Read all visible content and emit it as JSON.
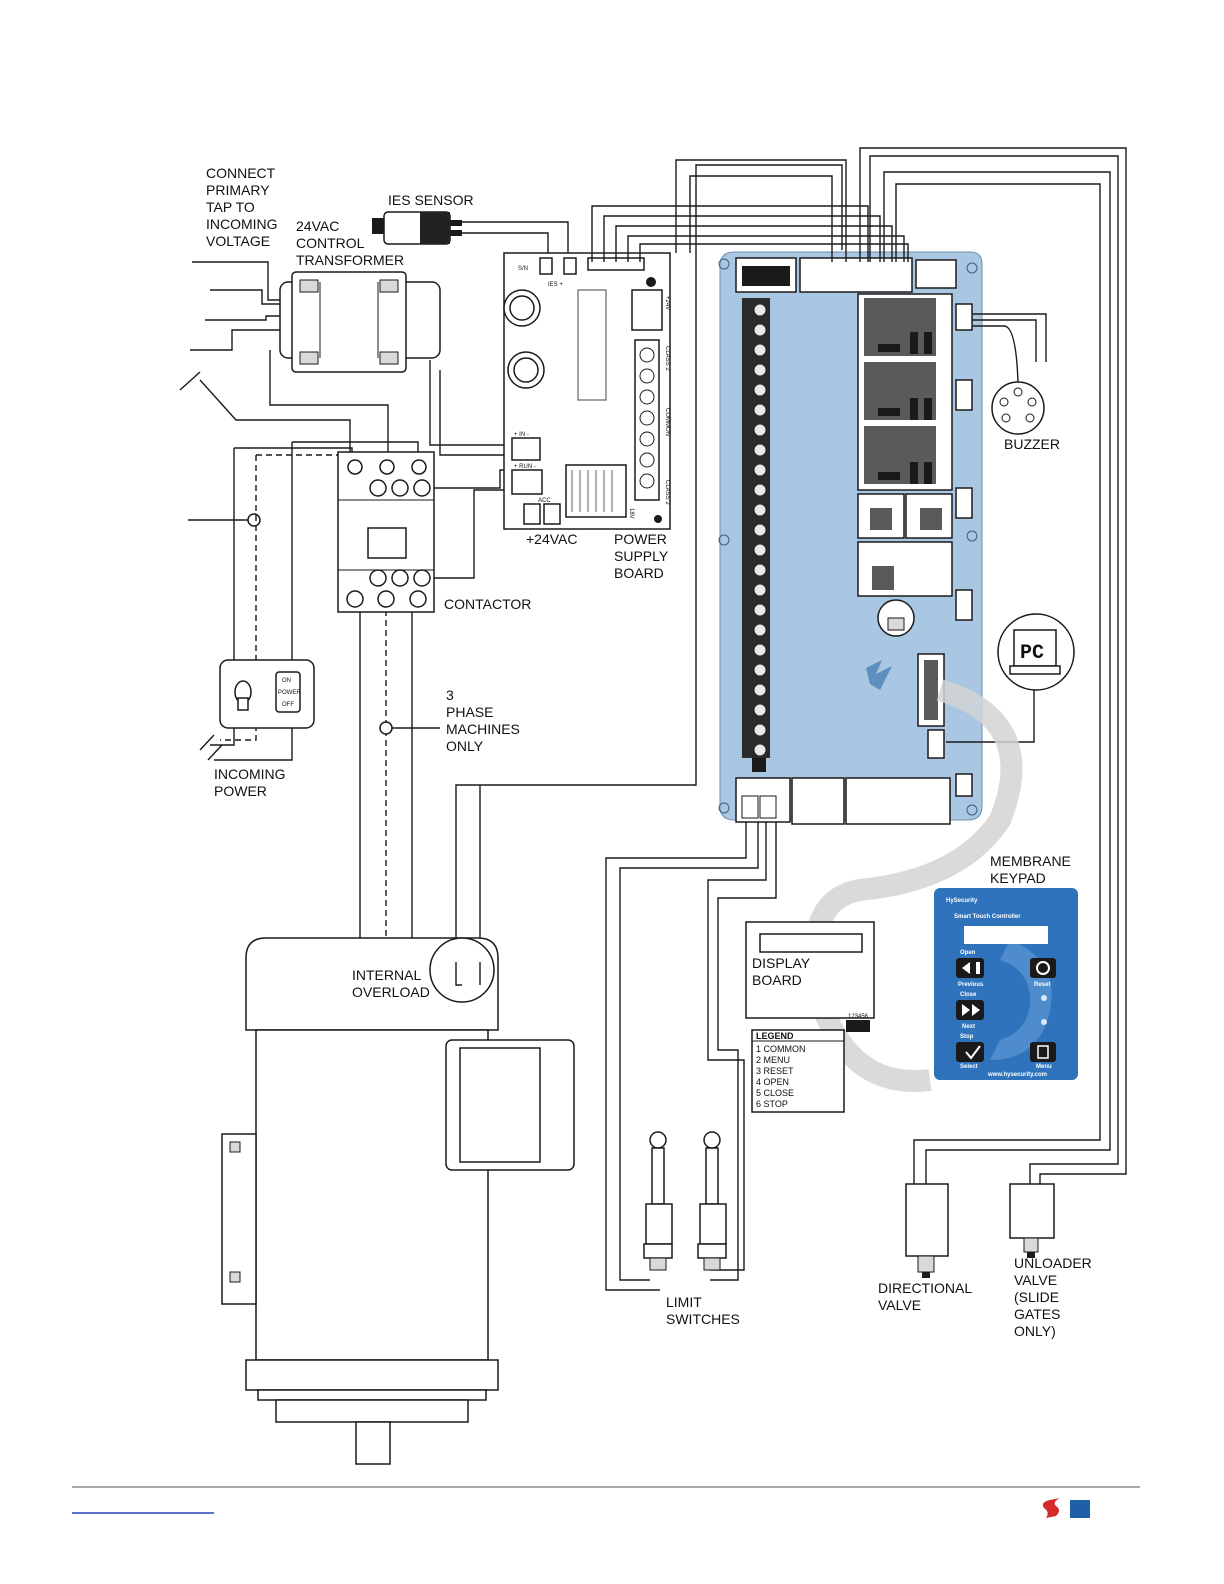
{
  "labels": {
    "connect_primary": [
      "CONNECT",
      "PRIMARY",
      "TAP TO",
      "INCOMING",
      "VOLTAGE"
    ],
    "transformer": [
      "24VAC",
      "CONTROL",
      "TRANSFORMER"
    ],
    "ies_sensor": "IES SENSOR",
    "plus_24vac": "+24VAC",
    "power_supply": [
      "POWER",
      "SUPPLY",
      "BOARD"
    ],
    "contactor": "CONTACTOR",
    "three_phase": [
      "3",
      "PHASE",
      "MACHINES",
      "ONLY"
    ],
    "incoming_power": [
      "INCOMING",
      "POWER"
    ],
    "internal_overload": [
      "INTERNAL",
      "OVERLOAD"
    ],
    "buzzer": "BUZZER",
    "pc": "PC",
    "membrane_keypad": [
      "MEMBRANE",
      "KEYPAD"
    ],
    "display_board": [
      "DISPLAY",
      "BOARD"
    ],
    "limit_switches": [
      "LIMIT",
      "SWITCHES"
    ],
    "directional_valve": [
      "DIRECTIONAL",
      "VALVE"
    ],
    "unloader_valve": [
      "UNLOADER",
      "VALVE",
      "(SLIDE",
      "GATES",
      "ONLY)"
    ]
  },
  "legend": {
    "title": "LEGEND",
    "items": [
      "1  COMMON",
      "2  MENU",
      "3  RESET",
      "4  OPEN",
      "5  CLOSE",
      "6  STOP"
    ]
  },
  "power_switch": {
    "on": "ON",
    "power": "POWER",
    "off": "OFF"
  },
  "psb_marks": {
    "sn": "S/N",
    "ies": "IES +",
    "plus24v": "+24V",
    "class2_top": "CLASS 2",
    "common": "COMMON",
    "class2_bot": "CLASS 2",
    "in": "+ IN -",
    "run": "+ RUN -",
    "acc": "ACC",
    "v18": "18V"
  },
  "keypad": {
    "brand": "HySecurity",
    "title": "Smart Touch Controller",
    "buttons": [
      "Previous",
      "Reset",
      "Next",
      "Select",
      "Menu"
    ],
    "open_label": "Open",
    "close_label": "Close",
    "stop_label": "Stop",
    "url": "www.hysecurity.com"
  },
  "display_pins": "123456",
  "colors": {
    "board_blue": "#a9c6e2",
    "keypad_blue": "#2f73bd",
    "footer_red": "#d42a2a",
    "footer_blue": "#1f5fa8",
    "link_blue": "#2040c0"
  }
}
